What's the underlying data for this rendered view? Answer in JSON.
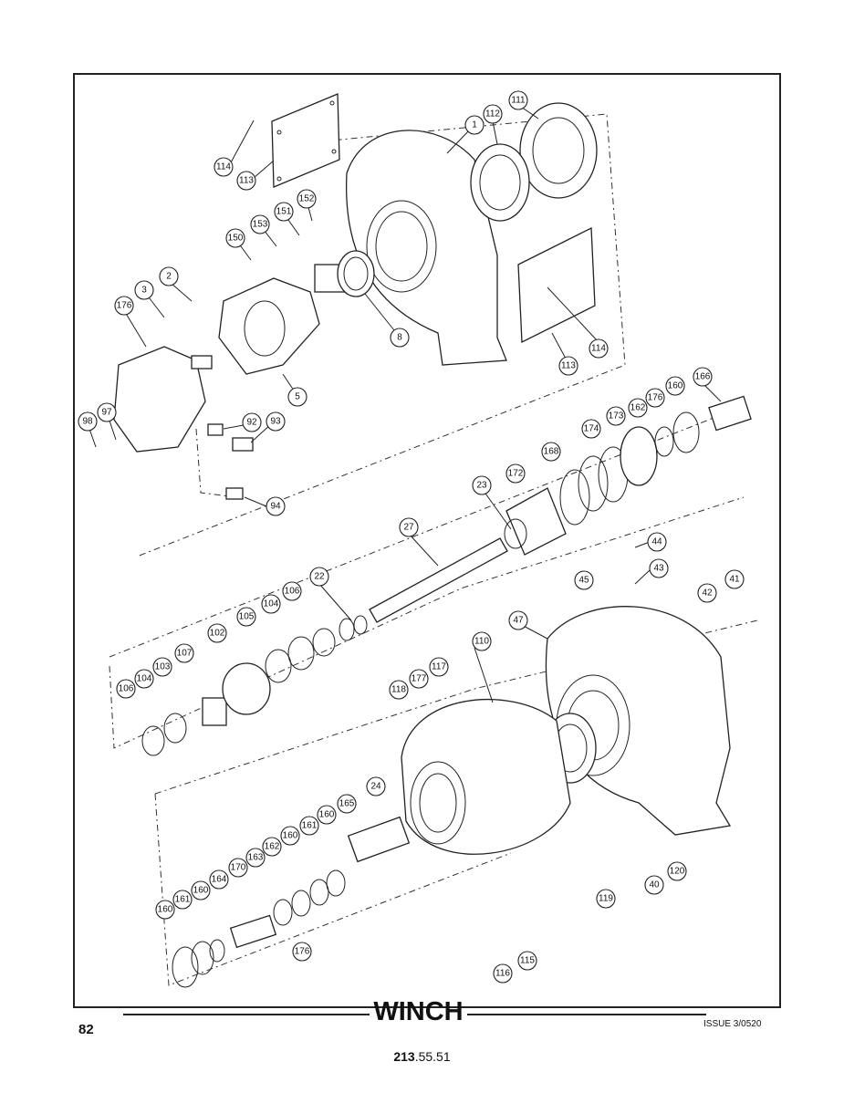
{
  "page": {
    "title": "WINCH",
    "page_number": "82",
    "issue": "ISSUE 3/0520",
    "doc_number_bold": "213",
    "doc_number_rest": ".55.51"
  },
  "callouts": [
    "114",
    "113",
    "1",
    "112",
    "111",
    "152",
    "151",
    "153",
    "150",
    "2",
    "3",
    "176",
    "8",
    "113",
    "114",
    "5",
    "166",
    "160",
    "176",
    "162",
    "173",
    "174",
    "92",
    "93",
    "98",
    "97",
    "168",
    "172",
    "94",
    "23",
    "27",
    "44",
    "43",
    "45",
    "41",
    "42",
    "22",
    "106",
    "104",
    "105",
    "102",
    "47",
    "107",
    "103",
    "104",
    "106",
    "110",
    "117",
    "177",
    "118",
    "24",
    "165",
    "160",
    "161",
    "160",
    "162",
    "163",
    "170",
    "164",
    "160",
    "161",
    "160",
    "176",
    "40",
    "120",
    "119",
    "115",
    "116"
  ]
}
